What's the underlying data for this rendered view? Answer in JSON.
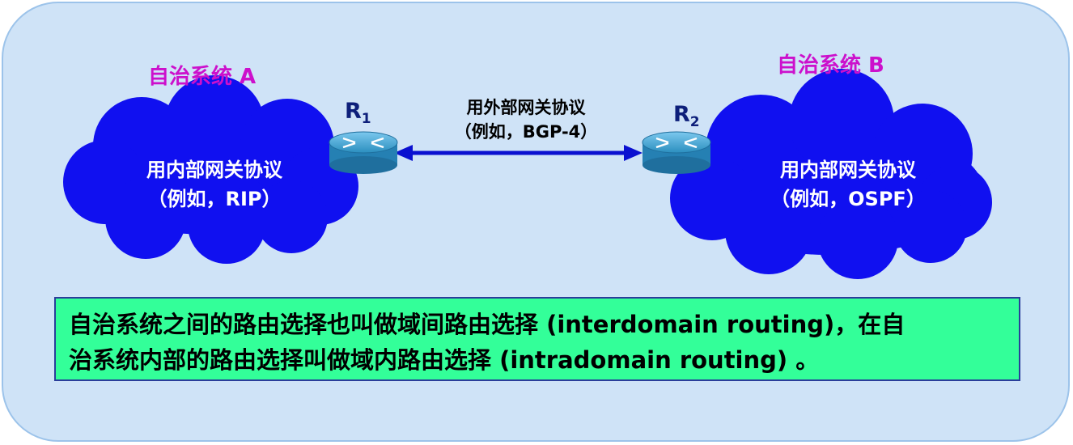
{
  "as_a": {
    "title": "自治系统 A",
    "protocol_line1": "用内部网关协议",
    "protocol_line2": "（例如，RIP）"
  },
  "as_b": {
    "title": "自治系统 B",
    "protocol_line1": "用内部网关协议",
    "protocol_line2": "（例如，OSPF）"
  },
  "routers": {
    "r1": {
      "letter": "R",
      "sub": "1"
    },
    "r2": {
      "letter": "R",
      "sub": "2"
    }
  },
  "link": {
    "line1": "用外部网关协议",
    "line2": "（例如，BGP-4）"
  },
  "note": {
    "line1": "自治系统之间的路由选择也叫做域间路由选择 (interdomain routing)，在自",
    "line2": "治系统内部的路由选择叫做域内路由选择 (intradomain routing) 。"
  },
  "colors": {
    "background": "#cfe3f7",
    "cloud": "#1010f0",
    "title": "#cc10cc",
    "arrow": "#0a10d0",
    "note_bg": "#33ff99",
    "router": "#2b8fbf"
  },
  "icons": [
    "cloud",
    "router-icon",
    "double-arrow"
  ]
}
